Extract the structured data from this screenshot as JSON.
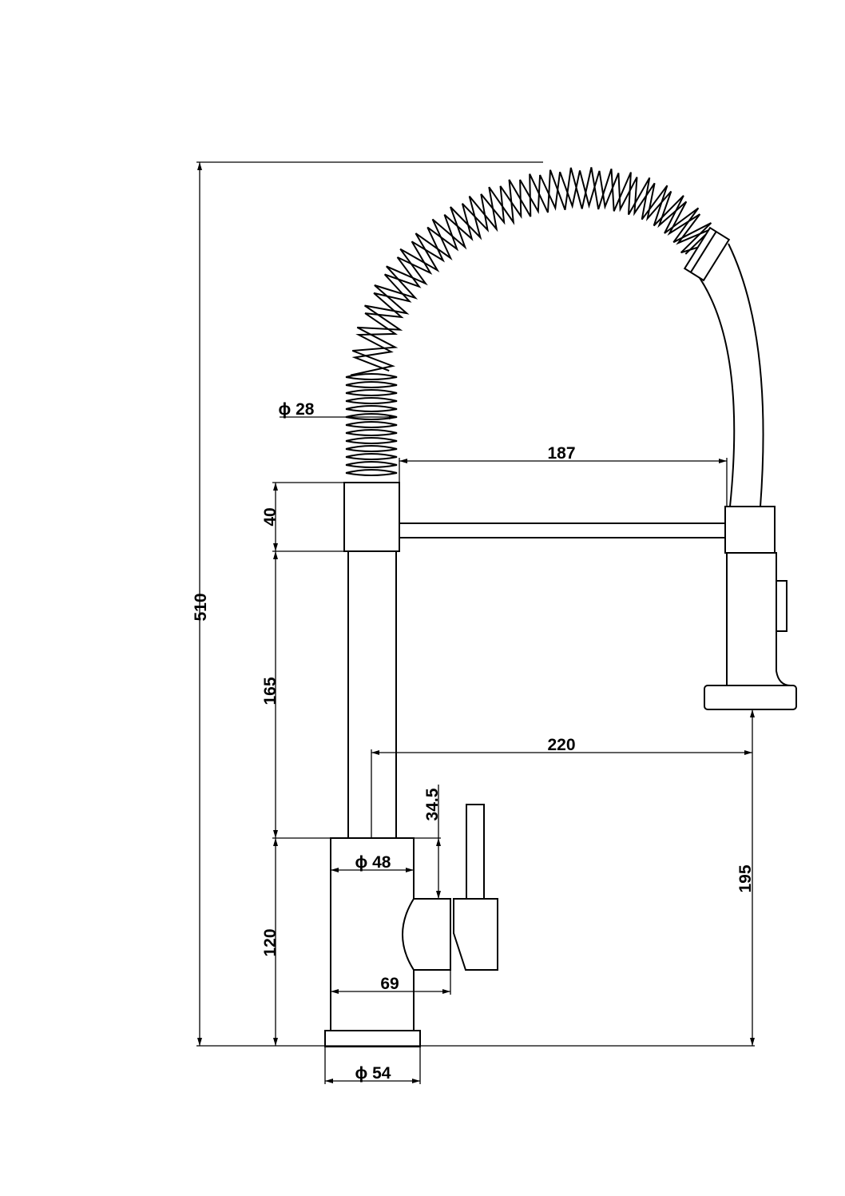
{
  "drawing": {
    "title": "Pull-down spring kitchen faucet dimension drawing",
    "dimensions": {
      "total_height": "510",
      "collar_height": "40",
      "pipe_height": "165",
      "body_height": "120",
      "spring_diameter": "ϕ 28",
      "arm_reach": "187",
      "spout_reach": "220",
      "spout_clearance": "195",
      "handle_offset": "34.5",
      "body_diameter": "ϕ 48",
      "handle_depth": "69",
      "base_diameter": "ϕ 54"
    },
    "line_color": "#000000",
    "background_color": "#ffffff"
  }
}
